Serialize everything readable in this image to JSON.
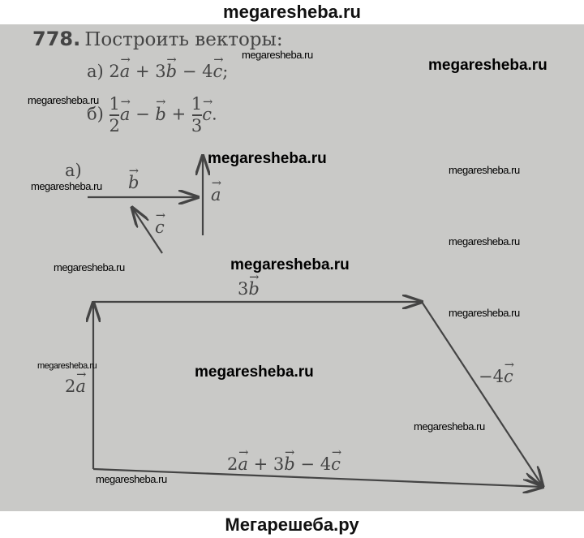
{
  "header": {
    "site": "megaresheba.ru"
  },
  "footer": {
    "site": "Мегарешеба.ру"
  },
  "problem": {
    "number": "778.",
    "title": "Построить векторы:",
    "part_a": {
      "label": "а)",
      "c1": "2",
      "v1": "a",
      "op1": "+",
      "c2": "3",
      "v2": "b",
      "op2": "−",
      "c3": "4",
      "v3": "c",
      "end": ";"
    },
    "part_b": {
      "label": "б)",
      "n1": "1",
      "d1": "2",
      "v1": "a",
      "op1": "−",
      "v2": "b",
      "op2": "+",
      "n2": "1",
      "d2": "3",
      "v3": "c",
      "end": "."
    }
  },
  "figure_a": {
    "label": "а)",
    "vec_b": "b",
    "vec_a": "a",
    "vec_c": "c"
  },
  "figure_sum": {
    "side_2a": {
      "coef": "2",
      "vec": "a"
    },
    "side_3b": {
      "coef": "3",
      "vec": "b"
    },
    "side_m4c": {
      "coef": "−4",
      "vec": "c"
    },
    "result": {
      "c1": "2",
      "v1": "a",
      "op1": "+",
      "c2": "3",
      "v2": "b",
      "op2": "−",
      "c3": "4",
      "v3": "c"
    }
  },
  "watermarks": [
    "megaresheba.ru",
    "megaresheba.ru",
    "megaresheba.ru",
    "megaresheba.ru",
    "megaresheba.ru",
    "megaresheba.ru",
    "megaresheba.ru",
    "megaresheba.ru",
    "megaresheba.ru",
    "megaresheba.ru",
    "megaresheba.ru",
    "megaresheba.ru"
  ]
}
